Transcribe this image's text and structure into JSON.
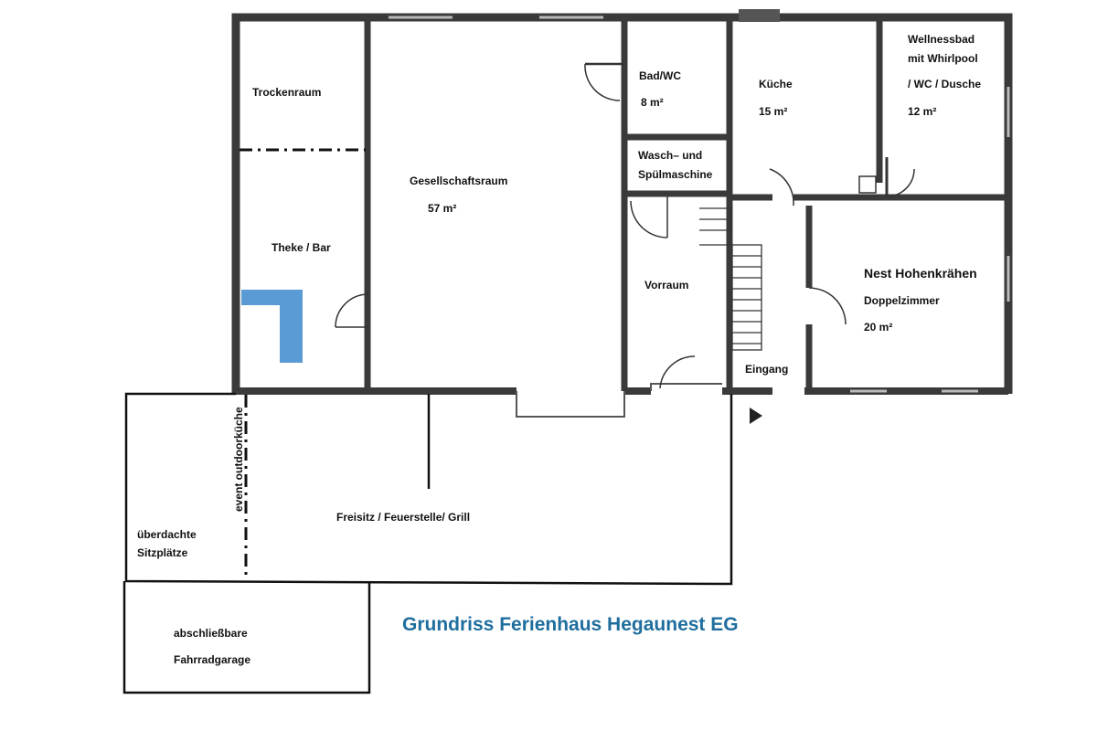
{
  "title": "Grundriss Ferienhaus Hegaunest EG",
  "rooms": {
    "trockenraum": "Trockenraum",
    "theke": "Theke / Bar",
    "gesellschaftsraum": "Gesellschaftsraum",
    "gesellschaftsraum_area": "57 m²",
    "bad": "Bad/WC",
    "bad_area": "8 m²",
    "wasch1": "Wasch– und",
    "wasch2": "Spülmaschine",
    "vorraum": "Vorraum",
    "kueche": "Küche",
    "kueche_area": "15 m²",
    "wellness1": "Wellnessbad",
    "wellness2": "mit Whirlpool",
    "wellness3": "/ WC / Dusche",
    "wellness_area": "12 m²",
    "nest": "Nest Hohenkrähen",
    "nest_sub": "Doppelzimmer",
    "nest_area": "20 m²",
    "eingang": "Eingang",
    "outdoor": "event outdoorküche",
    "sitz1": "überdachte",
    "sitz2": "Sitzplätze",
    "freisitz": "Freisitz / Feuerstelle/ Grill",
    "garage1": "abschließbare",
    "garage2": "Fahrradgarage"
  },
  "colors": {
    "wall": "#3a3a3a",
    "counter": "#5b9bd5",
    "title": "#1f6e9e"
  }
}
